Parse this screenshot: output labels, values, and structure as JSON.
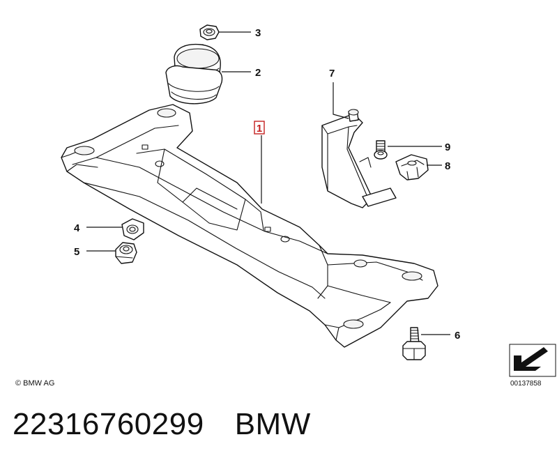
{
  "diagram": {
    "callouts": [
      {
        "label": "1",
        "highlighted": true
      },
      {
        "label": "2"
      },
      {
        "label": "3"
      },
      {
        "label": "4"
      },
      {
        "label": "5"
      },
      {
        "label": "6"
      },
      {
        "label": "7"
      },
      {
        "label": "8"
      },
      {
        "label": "9"
      }
    ],
    "copyright": "© BMW AG",
    "reference_code": "00137858",
    "highlight_color": "#c41e1e"
  },
  "footer": {
    "part_number": "22316760299",
    "brand": "BMW"
  }
}
